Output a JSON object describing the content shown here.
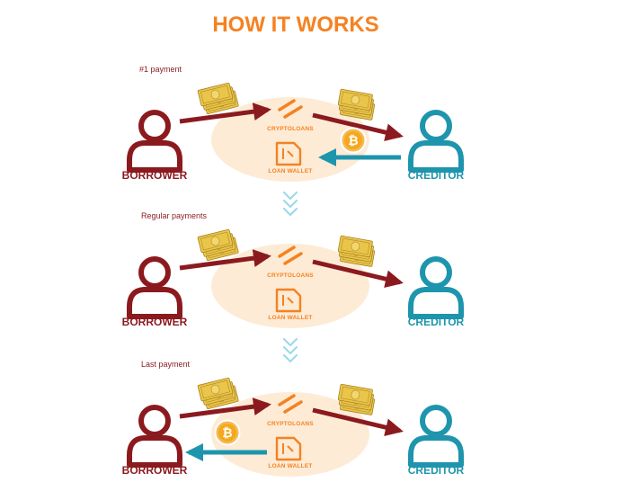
{
  "title": "HOW IT WORKS",
  "stages": [
    {
      "label": "#1 payment",
      "borrower": "BORROWER",
      "creditor": "CREDITOR",
      "platform": "CRYPTOLOANS",
      "wallet": "LOAN WALLET",
      "crypto_to": "wallet"
    },
    {
      "label": "Regular payments",
      "borrower": "BORROWER",
      "creditor": "CREDITOR",
      "platform": "CRYPTOLOANS",
      "wallet": "LOAN WALLET",
      "crypto_to": "none"
    },
    {
      "label": "Last payment",
      "borrower": "BORROWER",
      "creditor": "CREDITOR",
      "platform": "CRYPTOLOANS",
      "wallet": "LOAN WALLET",
      "crypto_to": "borrower"
    }
  ],
  "colors": {
    "title": "#f58220",
    "borrower": "#8b1a1f",
    "creditor": "#1e95ad",
    "hub_bg": "#fdebd6",
    "platform": "#f58220",
    "arrow_money": "#8b1a1f",
    "arrow_crypto": "#1e95ad",
    "chevron": "#9fd9ec",
    "coin": "#f5a81c",
    "banknote": "#e9c54a"
  },
  "icons": {
    "borrower": "person-icon",
    "creditor": "person-icon",
    "platform": "cryptoloans-logo-icon",
    "wallet": "wallet-icon",
    "money": "banknote-stack-icon",
    "crypto": "bitcoin-coin-icon",
    "step": "chevron-down-icon"
  }
}
